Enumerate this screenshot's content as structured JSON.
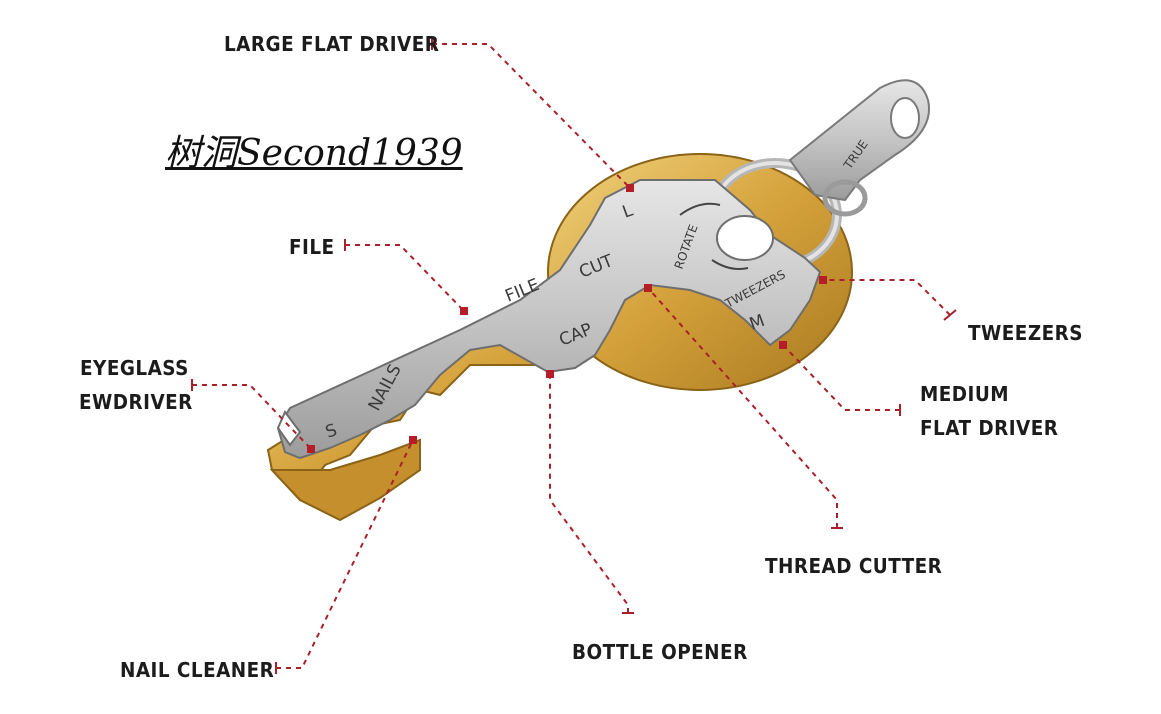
{
  "watermark": "树洞Second1939",
  "labels": {
    "large_flat_driver": "LARGE FLAT DRIVER",
    "file": "FILE",
    "eyeglass_line1": "EYEGLASS",
    "eyeglass_line2": "EWDRIVER",
    "nail_cleaner": "NAIL CLEANER",
    "bottle_opener": "BOTTLE OPENER",
    "thread_cutter": "THREAD CUTTER",
    "medium_line1": "MEDIUM",
    "medium_line2": "FLAT DRIVER",
    "tweezers": "TWEEZERS"
  },
  "tool_etchings": {
    "l": "L",
    "cut": "CUT",
    "file": "FILE",
    "cap": "CAP",
    "nails": "NAILS",
    "s": "S",
    "tweezers": "TWEEZERS",
    "m": "M",
    "rotate": "ROTATE",
    "brand": "TRUE"
  },
  "colors": {
    "leader": "#a8202a",
    "brass": "#d8a843",
    "steel": "#c9c9c9",
    "text": "#1c1c1c"
  }
}
